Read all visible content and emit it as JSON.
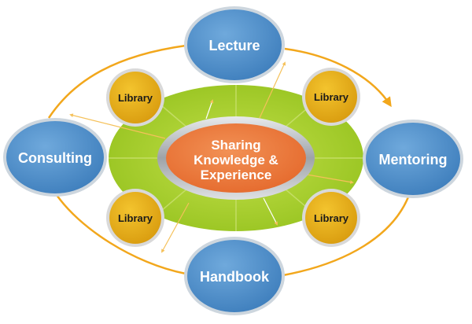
{
  "center": {
    "line1": "Sharing",
    "line2": "Knowledge &",
    "line3": "Experience"
  },
  "nodes": {
    "top": "Lecture",
    "right": "Mentoring",
    "bottom": "Handbook",
    "left": "Consulting"
  },
  "libraries": {
    "top_left": "Library",
    "top_right": "Library",
    "bottom_left": "Library",
    "bottom_right": "Library"
  },
  "colors": {
    "blue_node": "#4f8ec8",
    "blue_border": "#c9d3dc",
    "library_gold": "#e7b01a",
    "library_border": "#d8d8d8",
    "green_ring": "#a8cf2a",
    "orange_center": "#ec7a3c",
    "silver_ring": "#b8bcc0",
    "arrow_orange": "#f2a71c",
    "text_white": "#ffffff",
    "text_dark": "#1a1a1a"
  }
}
